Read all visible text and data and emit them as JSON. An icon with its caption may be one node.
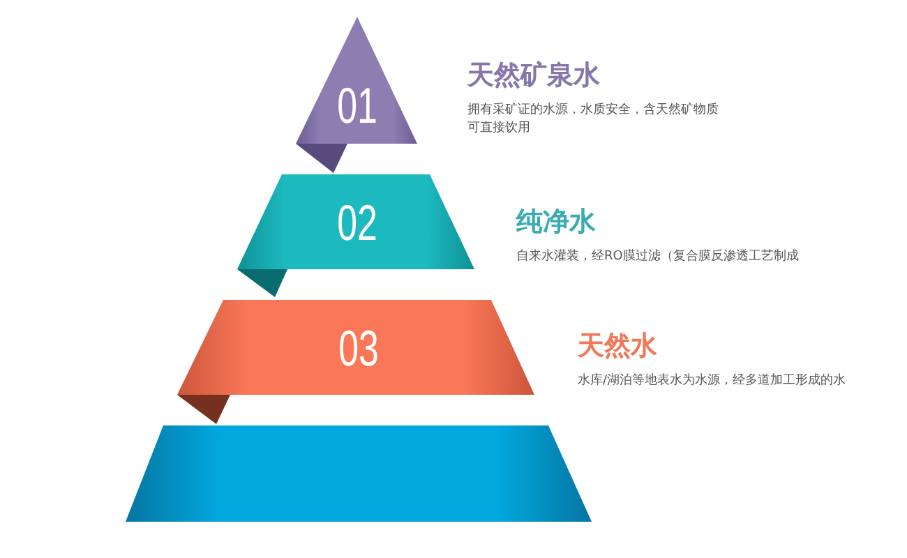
{
  "diagram": {
    "nodes": [
      {
        "text": [
          "01"
        ],
        "beside": [
          "天然矿泉水",
          "拥有采矿证的水源，水质安全，含天然矿物质可直接饮用"
        ]
      },
      {
        "text": [
          "02"
        ],
        "beside": [
          "纯净水",
          "自来水灌装，经RO膜过滤（复合膜反渗透工艺制成"
        ]
      },
      {
        "text": [
          "03"
        ],
        "beside": [
          "天然水",
          "水库/湖泊等地表水为水源，经多道加工形成的水"
        ]
      },
      {
        "text": [],
        "shape": "trapezoid"
      }
    ]
  }
}
